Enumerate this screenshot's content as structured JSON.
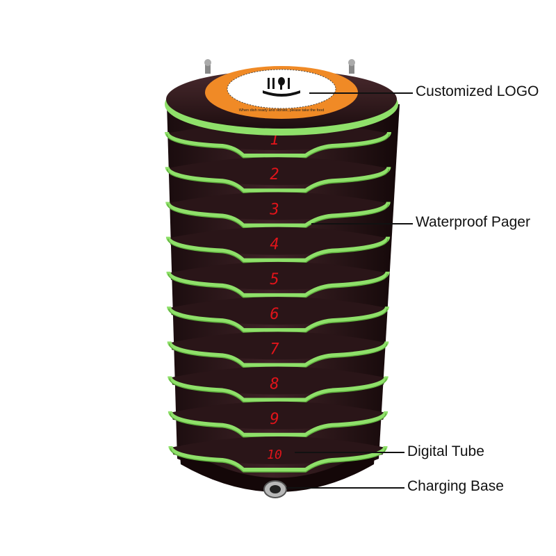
{
  "product": {
    "pager_numbers": [
      "1",
      "2",
      "3",
      "4",
      "5",
      "6",
      "7",
      "8",
      "9",
      "10"
    ],
    "logo_text": "When dish ready and vibrate, please take the food",
    "colors": {
      "pager_body": "#2a1518",
      "pager_body_light": "#4a2a2e",
      "rim_green": "#8fe06a",
      "rim_green_dark": "#5fb03e",
      "logo_ring": "#f08a26",
      "digit_red": "#e0141a",
      "background": "#ffffff"
    }
  },
  "callouts": {
    "logo": "Customized LOGO",
    "pager": "Waterproof Pager",
    "tube": "Digital Tube",
    "base": "Charging Base"
  }
}
